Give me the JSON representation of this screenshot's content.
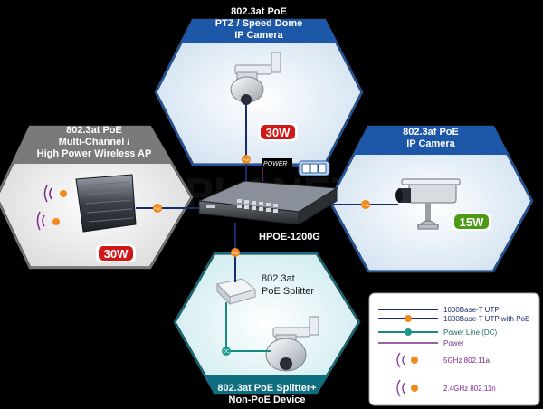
{
  "nodes": {
    "top": {
      "line1": "802.3at PoE",
      "line2": "PTZ / Speed Dome",
      "line3": "IP Camera",
      "badge": "30W"
    },
    "left": {
      "line1": "802.3at PoE",
      "line2": "Multi-Channel /",
      "line3": "High Power Wireless AP",
      "badge": "30W"
    },
    "right": {
      "line1": "802.3af PoE",
      "line2": "IP Camera",
      "badge": "15W"
    },
    "bottom": {
      "line1": "802.3at PoE Splitter+",
      "line2": "Non-PoE Device",
      "splitter_line1": "802.3at",
      "splitter_line2": "PoE Splitter"
    }
  },
  "center": {
    "model": "HPOE-1200G",
    "power_label": "POWER"
  },
  "badges": {
    "poe": "PoE",
    "dc": "DC"
  },
  "legend": {
    "items": [
      {
        "label": "1000Base-T UTP",
        "color": "#1c2b6e"
      },
      {
        "label": "1000Base-T UTP with PoE",
        "color": "#1c2b6e"
      },
      {
        "label": "Power Line (DC)",
        "color": "#1a8a80"
      },
      {
        "label": "Power",
        "color": "#7a2a8a"
      },
      {
        "label": "5GHz 802.11a",
        "color": "#7a2a8a"
      },
      {
        "label": "2.4GHz 802.11n",
        "color": "#7a2a8a"
      }
    ]
  },
  "colors": {
    "hex_fill": "#ffffff",
    "hex_border": "#2a2a2a",
    "header_blue": "#1d57a8",
    "header_gray": "#7a7a7a",
    "header_teal": "#0f6e80",
    "badge_red": "#d01818",
    "badge_green": "#4c9a16",
    "poe_orange": "#f08a1a",
    "dc_teal": "#1a9a8a"
  }
}
